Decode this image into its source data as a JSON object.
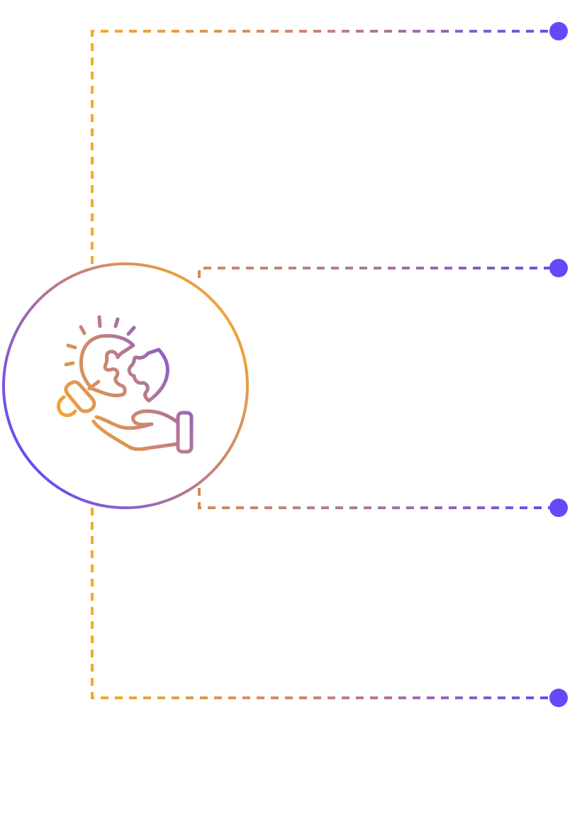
{
  "colors": {
    "orange": "#F7A928",
    "mid": "#C6837A",
    "purple": "#6748F8",
    "background": "#FFFFFF"
  },
  "hub": {
    "icon": "lightbulb-puzzle-hand-icon"
  },
  "connectors": [
    {
      "id": "branch-1",
      "endpoint": "dot"
    },
    {
      "id": "branch-2",
      "endpoint": "dot"
    },
    {
      "id": "branch-3",
      "endpoint": "dot"
    },
    {
      "id": "branch-4",
      "endpoint": "dot"
    }
  ]
}
